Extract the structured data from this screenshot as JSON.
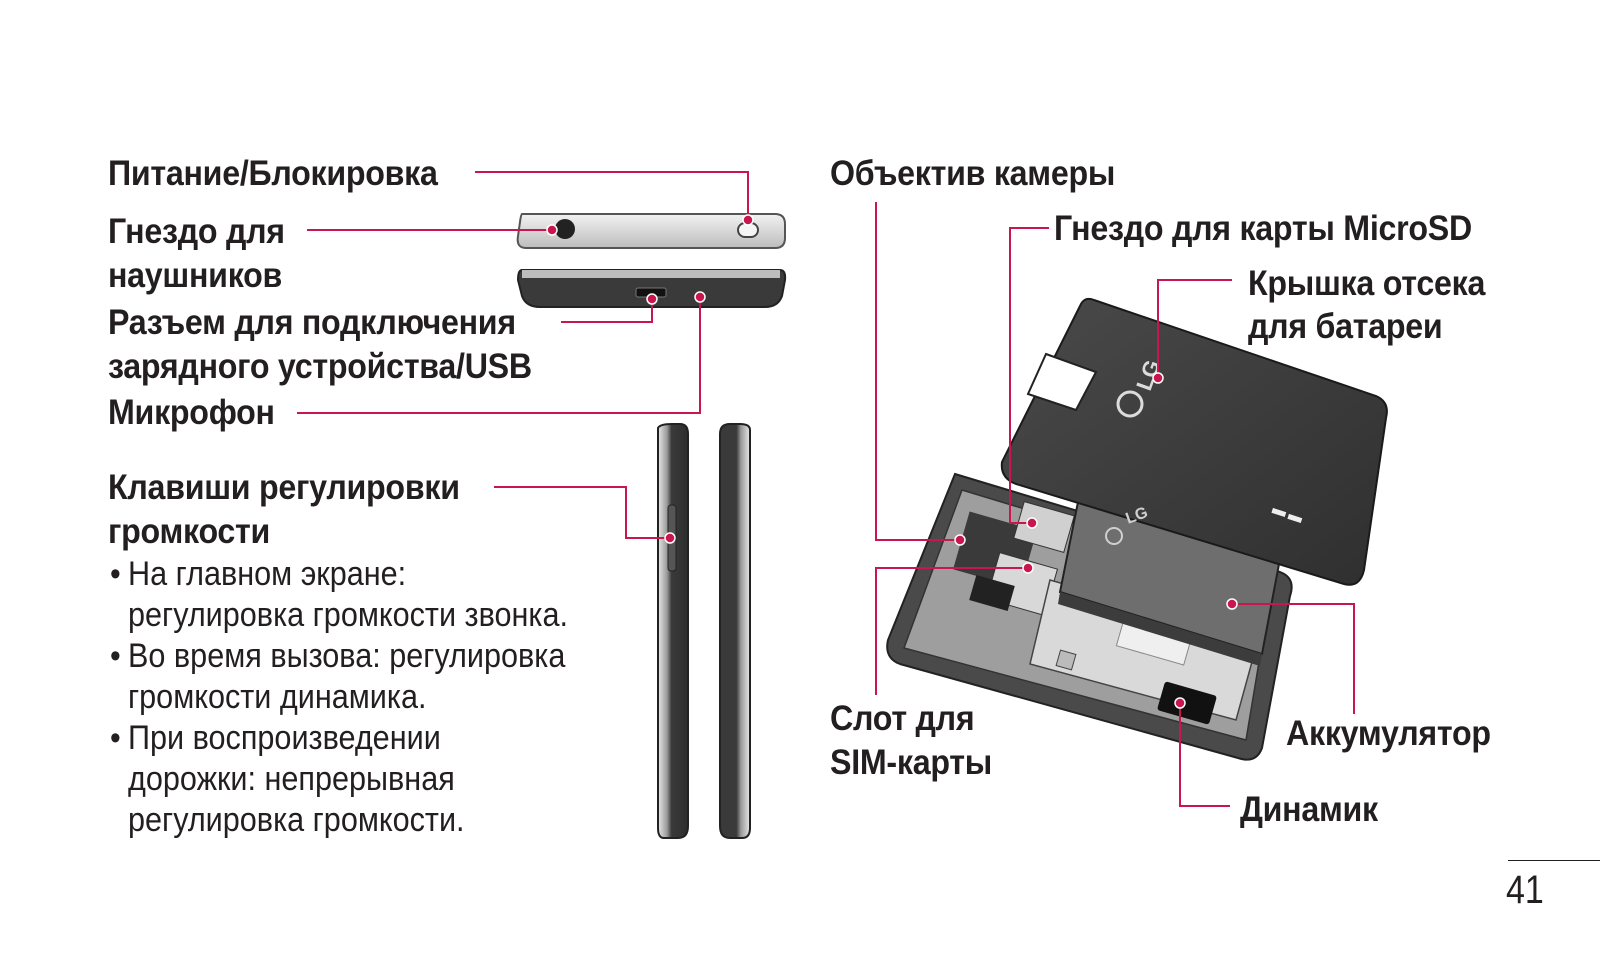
{
  "left_labels": {
    "power_lock": "Питание/Блокировка",
    "headset_line1": "Гнездо для",
    "headset_line2": "наушников",
    "charger_line1": "Разъем для подключения",
    "charger_line2": "зарядного устройства/USB",
    "microphone": "Микрофон",
    "volume_line1": "Клавиши регулировки",
    "volume_line2": "громкости"
  },
  "volume_bullets": [
    {
      "bullet": "•",
      "line1": "На главном экране:",
      "line2": "регулировка громкости звонка."
    },
    {
      "bullet": "•",
      "line1": "Во время вызова: регулировка",
      "line2": "громкости динамика."
    },
    {
      "bullet": "•",
      "line1": "При воспроизведении",
      "line2": "дорожки: непрерывная",
      "line3": "регулировка громкости."
    }
  ],
  "right_labels": {
    "camera_lens": "Объектив камеры",
    "microsd_slot": "Гнездо для карты MicroSD",
    "battery_cover_line1": "Крышка отсека",
    "battery_cover_line2": "для батареи",
    "sim_slot_line1": "Слот для",
    "sim_slot_line2": "SIM-карты",
    "battery": "Аккумулятор",
    "speaker": "Динамик"
  },
  "device_markings": {
    "cover_logo": "LG",
    "battery_logo": "LG"
  },
  "page_number": "41",
  "colors": {
    "callout": "#c8174f",
    "text": "#231f20",
    "phone_dark": "#3c3c3c",
    "phone_silver": "#c9c9c9"
  }
}
